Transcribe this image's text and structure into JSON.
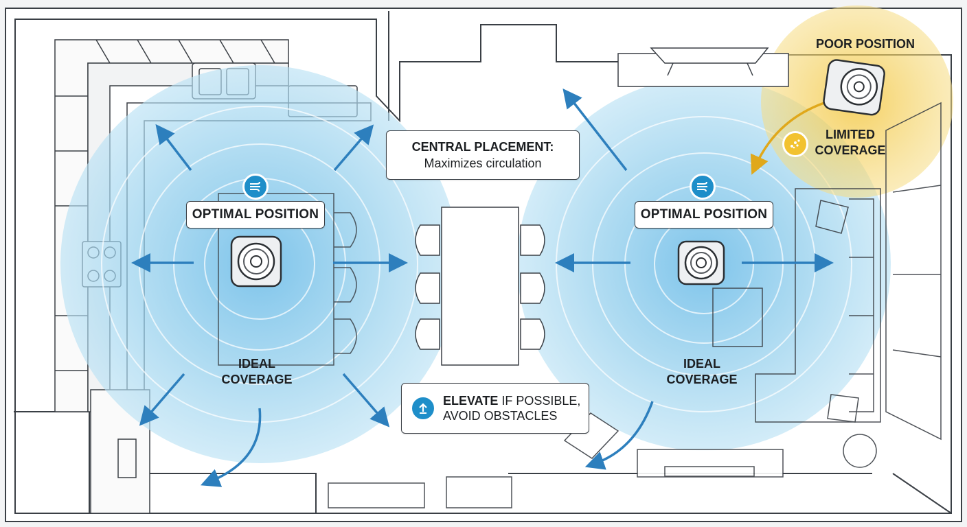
{
  "labels": {
    "left_position": "OPTIMAL POSITION",
    "right_position": "OPTIMAL POSITION",
    "left_coverage": [
      "IDEAL",
      "COVERAGE"
    ],
    "right_coverage": [
      "IDEAL",
      "COVERAGE"
    ],
    "poor_position": "POOR POSITION",
    "limited_coverage": [
      "LIMITED",
      "COVERAGE"
    ],
    "central_title": "CENTRAL PLACEMENT:",
    "central_sub": "Maximizes circulation",
    "elevate_bold": "ELEVATE",
    "elevate_rest": " IF POSSIBLE,",
    "elevate_line2": "AVOID OBSTACLES"
  },
  "icons": {
    "airflow": "wind-icon",
    "elevate": "arrow-up-icon",
    "limited": "scatter-dots-icon",
    "purifier": "air-purifier-icon",
    "arrow": "airflow-arrow-icon"
  },
  "colors": {
    "coverage": "#8fcdec",
    "accent": "#1e8ec9",
    "arrow": "#2d7fbd",
    "warning": "#f2c230",
    "line": "#3a3f45"
  }
}
